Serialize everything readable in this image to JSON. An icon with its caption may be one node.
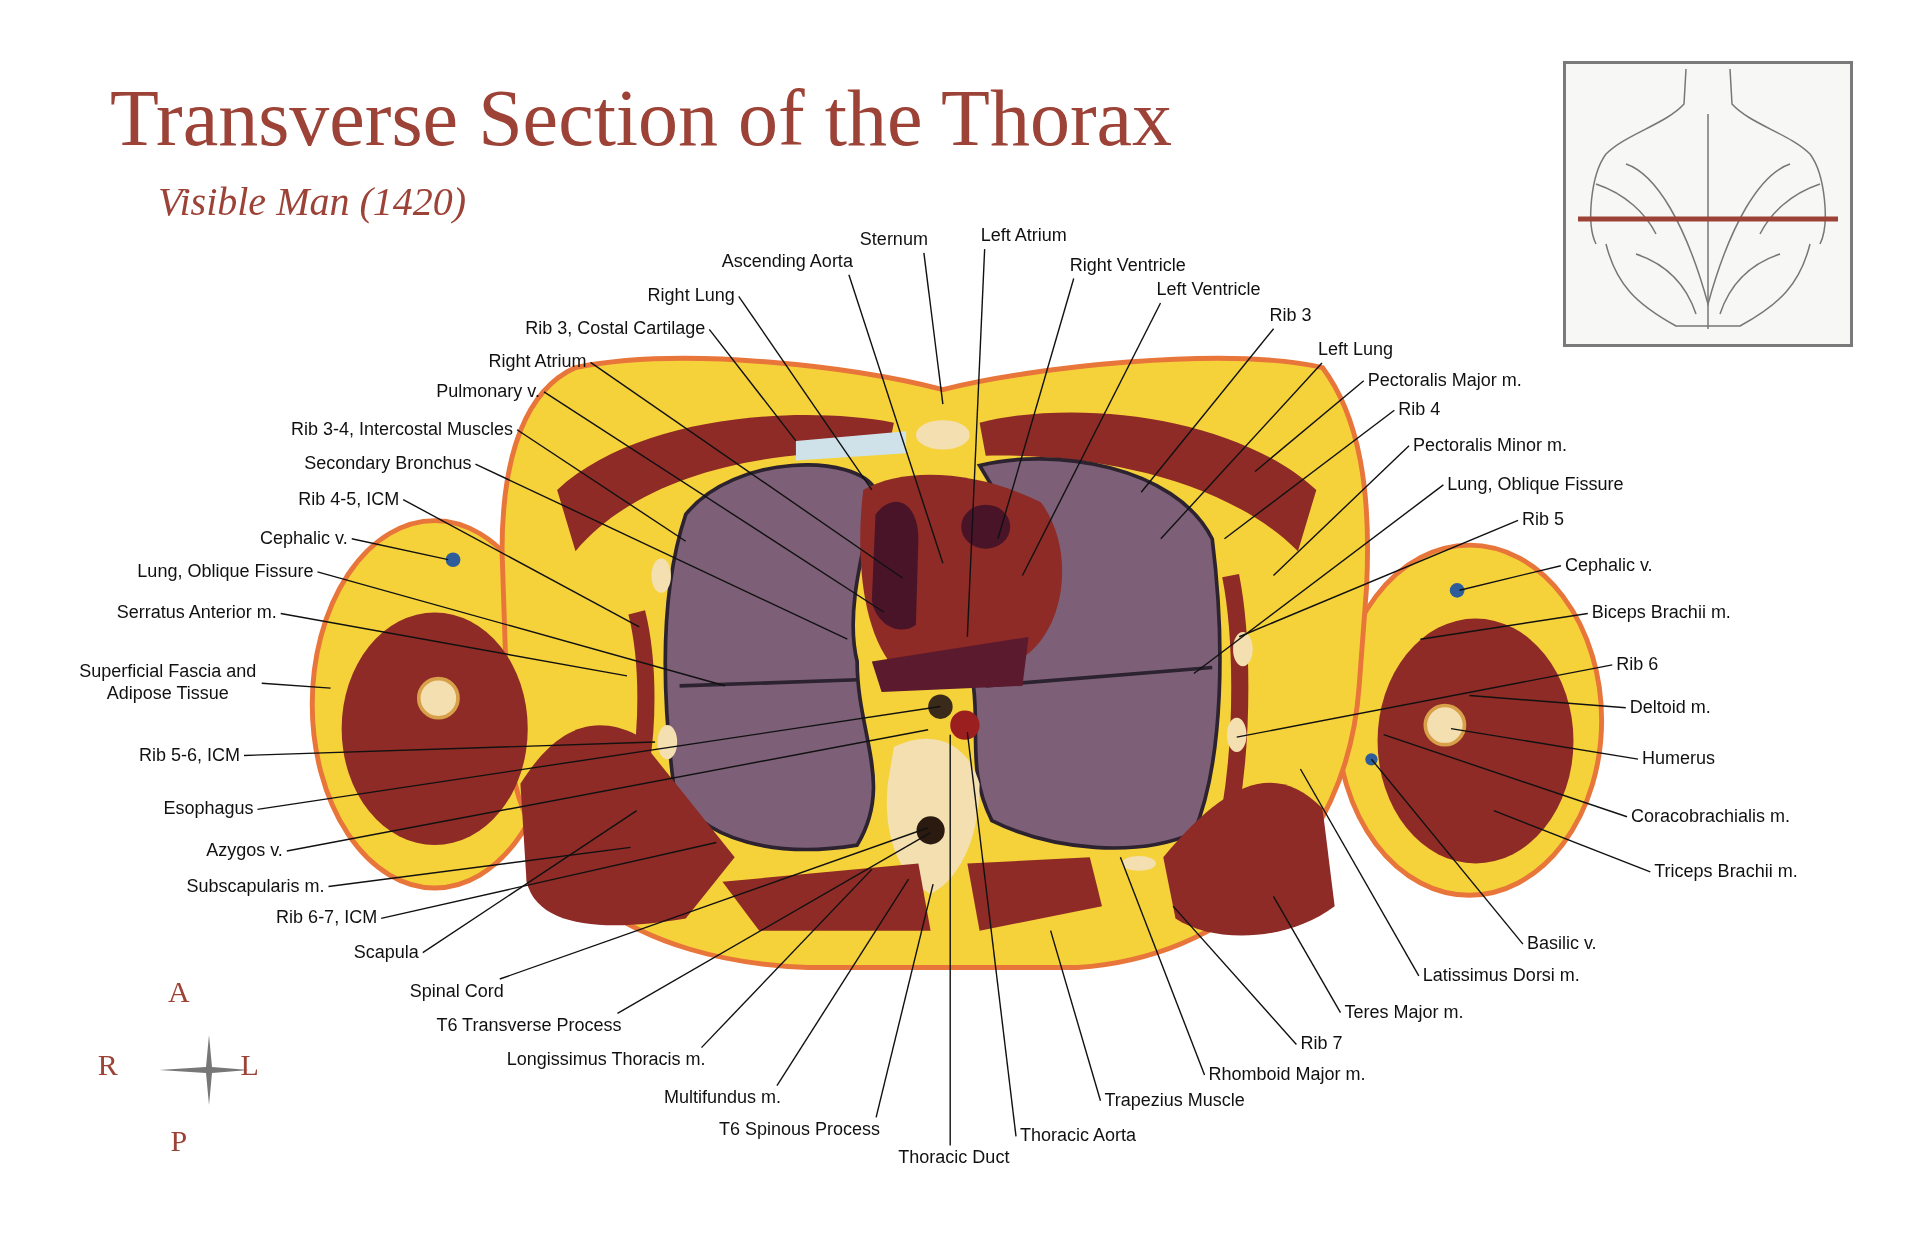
{
  "diagram": {
    "title": "Transverse Section of the Thorax",
    "nodes": [
      {
        "text": [
          "Sternum"
        ]
      },
      {
        "text": [
          "Ascending Aorta"
        ]
      },
      {
        "text": [
          "Left Atrium"
        ]
      },
      {
        "text": [
          "Right Ventricle"
        ]
      },
      {
        "text": [
          "Left Ventricle"
        ]
      },
      {
        "text": [
          "Rib 3"
        ]
      },
      {
        "text": [
          "Left Lung"
        ]
      },
      {
        "text": [
          "Pectoralis Major m."
        ]
      },
      {
        "text": [
          "Rib 4"
        ]
      },
      {
        "text": [
          "Pectoralis Minor m."
        ]
      },
      {
        "text": [
          "Lung, Oblique Fissure"
        ]
      },
      {
        "text": [
          "Rib 5"
        ]
      },
      {
        "text": [
          "Cephalic v."
        ]
      },
      {
        "text": [
          "Biceps Brachii m."
        ]
      },
      {
        "text": [
          "Rib 6"
        ]
      },
      {
        "text": [
          "Deltoid m."
        ]
      },
      {
        "text": [
          "Humerus"
        ]
      },
      {
        "text": [
          "Coracobrachialis m."
        ]
      },
      {
        "text": [
          "Triceps Brachii m."
        ]
      },
      {
        "text": [
          "Basilic v."
        ]
      },
      {
        "text": [
          "Latissimus Dorsi m."
        ]
      },
      {
        "text": [
          "Teres Major m."
        ]
      },
      {
        "text": [
          "Rib 7"
        ]
      },
      {
        "text": [
          "Rhomboid Major m."
        ]
      },
      {
        "text": [
          "Trapezius Muscle"
        ]
      },
      {
        "text": [
          "Thoracic Aorta"
        ]
      },
      {
        "text": [
          "Thoracic Duct"
        ]
      },
      {
        "text": [
          "T6 Spinous Process"
        ]
      },
      {
        "text": [
          "Multifundus m."
        ]
      },
      {
        "text": [
          "Longissimus Thoracis m."
        ]
      },
      {
        "text": [
          "T6 Transverse Process"
        ]
      },
      {
        "text": [
          "Spinal Cord"
        ]
      },
      {
        "text": [
          "Scapula"
        ]
      },
      {
        "text": [
          "Rib 6-7, ICM"
        ]
      },
      {
        "text": [
          "Subscapularis m."
        ]
      },
      {
        "text": [
          "Azygos v."
        ]
      },
      {
        "text": [
          "Esophagus"
        ]
      },
      {
        "text": [
          "Rib 5-6, ICM"
        ]
      },
      {
        "text": [
          "Superficial Fascia and Adipose Tissue"
        ]
      },
      {
        "text": [
          "Serratus Anterior m."
        ]
      },
      {
        "text": [
          "Lung, Oblique Fissure"
        ]
      },
      {
        "text": [
          "Cephalic v."
        ]
      },
      {
        "text": [
          "Rib 4-5, ICM"
        ]
      },
      {
        "text": [
          "Secondary Bronchus"
        ]
      },
      {
        "text": [
          "Rib 3-4, Intercostal Muscles"
        ]
      },
      {
        "text": [
          "Pulmonary v."
        ]
      },
      {
        "text": [
          "Right Atrium"
        ]
      },
      {
        "text": [
          "Rib 3, Costal Cartilage"
        ]
      },
      {
        "text": [
          "Right Lung"
        ]
      }
    ],
    "edges": [
      {
        "from": 0,
        "to": null,
        "arrow": "none"
      },
      {
        "from": 1,
        "to": null,
        "arrow": "none"
      },
      {
        "from": 2,
        "to": null,
        "arrow": "none"
      },
      {
        "from": 3,
        "to": null,
        "arrow": "none"
      },
      {
        "from": 4,
        "to": null,
        "arrow": "none"
      },
      {
        "from": 5,
        "to": null,
        "arrow": "none"
      },
      {
        "from": 6,
        "to": null,
        "arrow": "none"
      },
      {
        "from": 7,
        "to": null,
        "arrow": "none"
      },
      {
        "from": 8,
        "to": null,
        "arrow": "none"
      },
      {
        "from": 9,
        "to": null,
        "arrow": "none"
      },
      {
        "from": 10,
        "to": null,
        "arrow": "none"
      },
      {
        "from": 11,
        "to": null,
        "arrow": "none"
      },
      {
        "from": 12,
        "to": null,
        "arrow": "none"
      },
      {
        "from": 13,
        "to": null,
        "arrow": "none"
      },
      {
        "from": 14,
        "to": null,
        "arrow": "none"
      },
      {
        "from": 15,
        "to": null,
        "arrow": "none"
      },
      {
        "from": 16,
        "to": null,
        "arrow": "none"
      },
      {
        "from": 17,
        "to": null,
        "arrow": "none"
      },
      {
        "from": 18,
        "to": null,
        "arrow": "none"
      },
      {
        "from": 19,
        "to": null,
        "arrow": "none"
      },
      {
        "from": 20,
        "to": null,
        "arrow": "none"
      },
      {
        "from": 21,
        "to": null,
        "arrow": "none"
      },
      {
        "from": 22,
        "to": null,
        "arrow": "none"
      },
      {
        "from": 23,
        "to": null,
        "arrow": "none"
      },
      {
        "from": 24,
        "to": null,
        "arrow": "none"
      },
      {
        "from": 25,
        "to": null,
        "arrow": "none"
      },
      {
        "from": 26,
        "to": null,
        "arrow": "none"
      },
      {
        "from": 27,
        "to": null,
        "arrow": "none"
      },
      {
        "from": 28,
        "to": null,
        "arrow": "none"
      },
      {
        "from": 29,
        "to": null,
        "arrow": "none"
      },
      {
        "from": 30,
        "to": null,
        "arrow": "none"
      },
      {
        "from": 31,
        "to": null,
        "arrow": "none"
      },
      {
        "from": 32,
        "to": null,
        "arrow": "none"
      },
      {
        "from": 33,
        "to": null,
        "arrow": "none"
      },
      {
        "from": 34,
        "to": null,
        "arrow": "none"
      },
      {
        "from": 35,
        "to": null,
        "arrow": "none"
      },
      {
        "from": 36,
        "to": null,
        "arrow": "none"
      },
      {
        "from": 37,
        "to": null,
        "arrow": "none"
      },
      {
        "from": 38,
        "to": null,
        "arrow": "none"
      },
      {
        "from": 39,
        "to": null,
        "arrow": "none"
      },
      {
        "from": 40,
        "to": null,
        "arrow": "none"
      },
      {
        "from": 41,
        "to": null,
        "arrow": "none"
      },
      {
        "from": 42,
        "to": null,
        "arrow": "none"
      },
      {
        "from": 43,
        "to": null,
        "arrow": "none"
      },
      {
        "from": 44,
        "to": null,
        "arrow": "none"
      },
      {
        "from": 45,
        "to": null,
        "arrow": "none"
      },
      {
        "from": 46,
        "to": null,
        "arrow": "none"
      },
      {
        "from": 47,
        "to": null,
        "arrow": "none"
      },
      {
        "from": 48,
        "to": null,
        "arrow": "none"
      }
    ],
    "labels": [
      "Visible Man (1420)",
      "A",
      "R",
      "L",
      "P"
    ]
  }
}
